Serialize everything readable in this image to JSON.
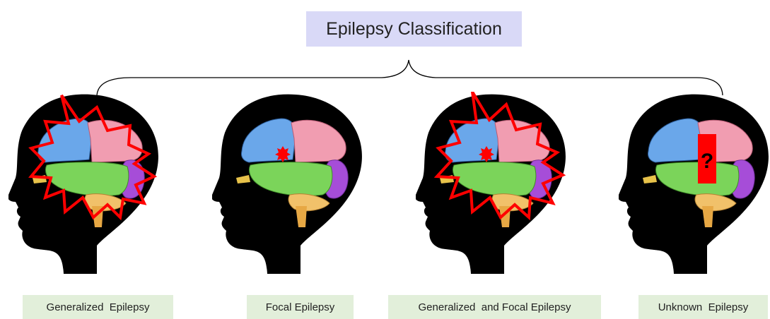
{
  "title": "Epilepsy Classification",
  "colors": {
    "title_bg": "#d9d9f7",
    "label_bg": "#e2efda",
    "head": "#000000",
    "seizure_marker": "#ff0000",
    "frontal_lobe": "#6aa7ea",
    "parietal_lobe": "#f19db1",
    "temporal_lobe": "#7bd45a",
    "occipital_lobe": "#a64dd8",
    "cerebellum": "#f1c16a",
    "brainstem": "#e7a844"
  },
  "panels": [
    {
      "label": "Generalized  Epilepsy",
      "icon": "brain-generalized-seizure-icon"
    },
    {
      "label": "Focal Epilepsy",
      "icon": "brain-focal-seizure-icon"
    },
    {
      "label": "Generalized  and Focal Epilepsy",
      "icon": "brain-generalized-and-focal-seizure-icon"
    },
    {
      "label": "Unknown  Epilepsy",
      "icon": "brain-unknown-onset-icon",
      "unknown_mark": "?"
    }
  ]
}
